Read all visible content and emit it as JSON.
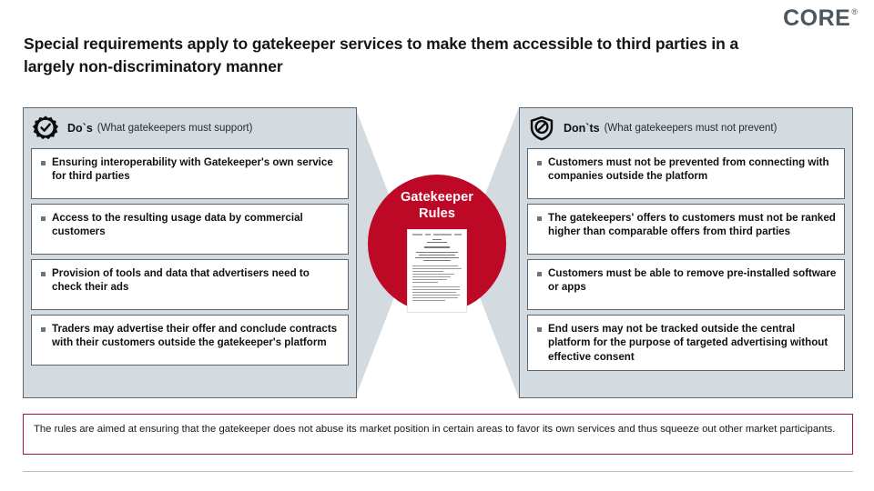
{
  "brand": {
    "name": "CORE",
    "registered_mark": "®",
    "color": "#4c565f"
  },
  "title": "Special requirements apply to gatekeeper services to make them accessible to third parties in a largely non-discriminatory manner",
  "theme": {
    "panel_background": "#d4dbe0",
    "panel_border": "#5a6771",
    "accent_red": "#bd0926",
    "footer_border": "#9e1b2f",
    "card_background": "#ffffff"
  },
  "center": {
    "label_line1": "Gatekeeper",
    "label_line2": "Rules",
    "thumbnail_name": "regulation-document-thumbnail"
  },
  "panels": [
    {
      "id": "dos",
      "icon": "badge-check-icon",
      "title": "Do`s",
      "subtitle": "(What gatekeepers must support)",
      "items": [
        "Ensuring interoperability with Gatekeeper's own service for third parties",
        "Access to the resulting usage data by commercial customers",
        "Provision of tools and data that advertisers need to check their ads",
        "Traders may advertise their offer and conclude contracts with their customers outside the gatekeeper's platform"
      ]
    },
    {
      "id": "donts",
      "icon": "shield-prohibited-icon",
      "title": "Don`ts",
      "subtitle": "(What gatekeepers must not prevent)",
      "items": [
        "Customers must not be prevented from connecting with companies outside the platform",
        "The gatekeepers' offers to customers must not be ranked higher than comparable offers from third parties",
        "Customers must be able to remove pre-installed software or apps",
        "End users may not be tracked outside the central platform for the purpose of targeted advertising without effective consent"
      ]
    }
  ],
  "footer": {
    "text": "The rules are aimed at ensuring that the gatekeeper does not abuse its market position in certain areas to favor its own services and thus squeeze out other market participants."
  }
}
